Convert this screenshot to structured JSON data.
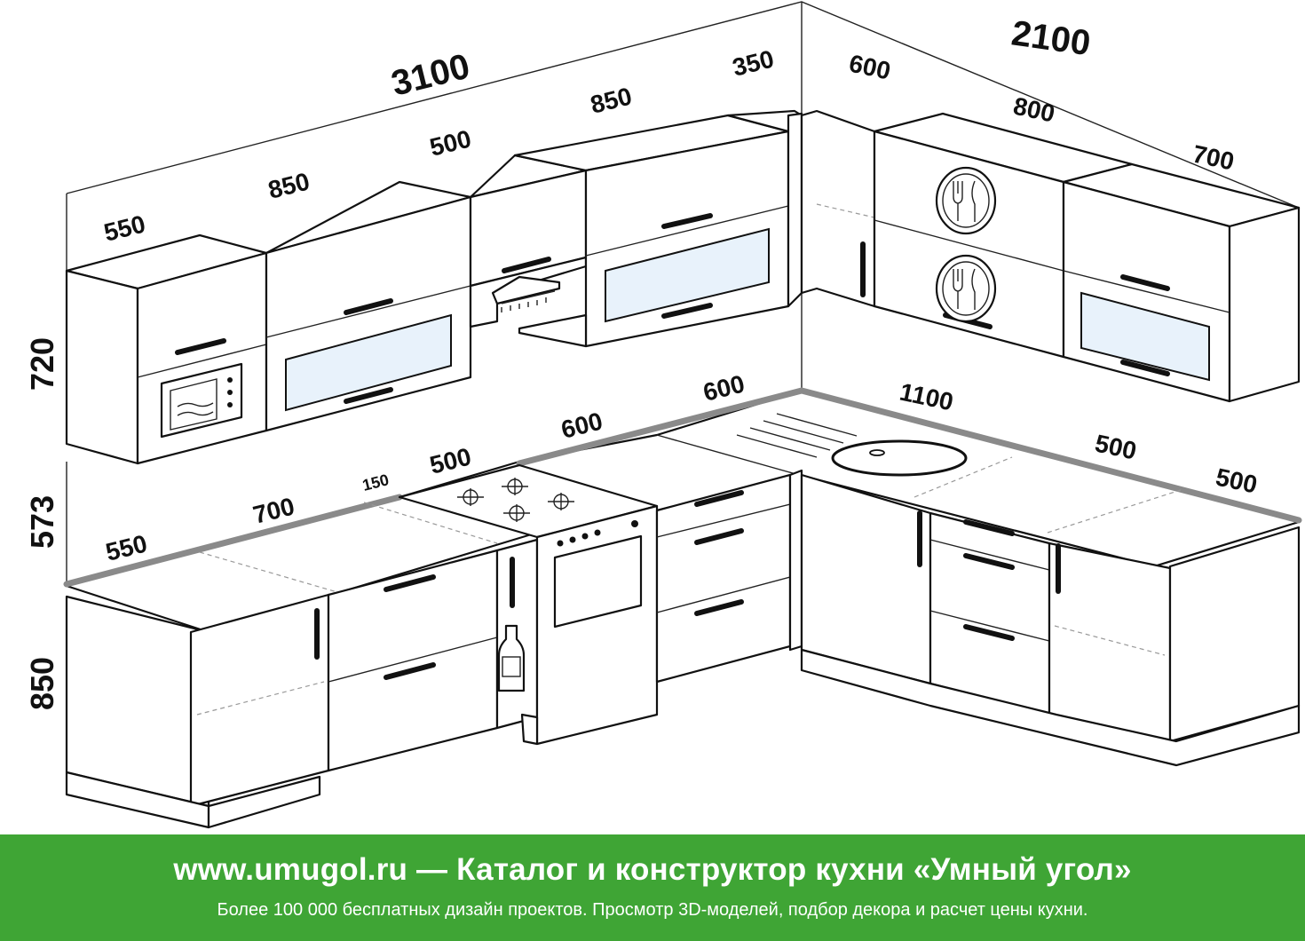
{
  "dimensions": {
    "top_total_left": "3100",
    "top_total_right": "2100",
    "upper_left": [
      "550",
      "850",
      "500",
      "850",
      "350"
    ],
    "upper_right": [
      "600",
      "800",
      "700"
    ],
    "base_left": [
      "550",
      "700",
      "150",
      "500",
      "600",
      "600"
    ],
    "base_right": [
      "1100",
      "500",
      "500"
    ],
    "height_upper": "720",
    "height_gap": "573",
    "height_base": "850"
  },
  "icons": [
    "microwave-icon",
    "range-hood-icon",
    "gas-hob-icon",
    "oven-icon",
    "bottle-icon",
    "fork-knife-icon",
    "induction-hob-icon"
  ],
  "colors": {
    "footer_bg": "#3fa535",
    "counter_edge": "#8a8a8a",
    "glass": "#e8f2fb"
  },
  "footer": {
    "title": "www.umugol.ru — Каталог и конструктор кухни «Умный угол»",
    "subtitle": "Более 100 000 бесплатных дизайн проектов. Просмотр 3D-моделей, подбор декора и расчет цены кухни."
  }
}
